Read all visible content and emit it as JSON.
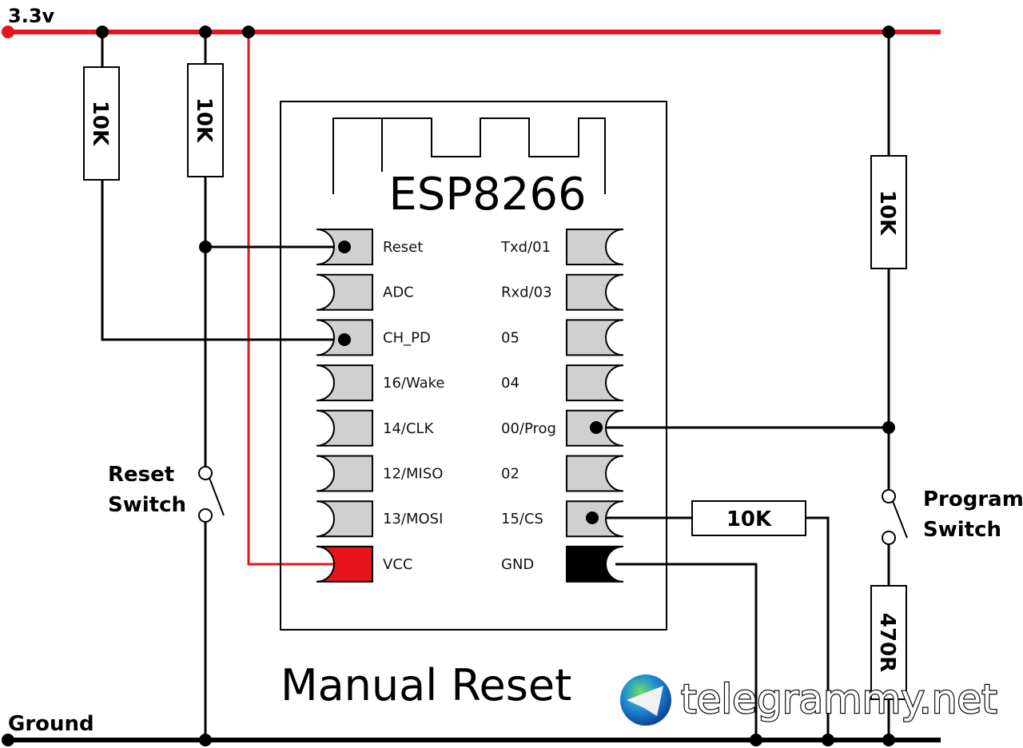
{
  "rails": {
    "supply_label": "3.3v",
    "ground_label": "Ground"
  },
  "module": {
    "title": "ESP8266",
    "left_pins": [
      "Reset",
      "ADC",
      "CH_PD",
      "16/Wake",
      "14/CLK",
      "12/MISO",
      "13/MOSI",
      "VCC"
    ],
    "right_pins": [
      "Txd/01",
      "Rxd/03",
      "05",
      "04",
      "00/Prog",
      "02",
      "15/CS",
      "GND"
    ]
  },
  "resistors": {
    "r_chpd": "10K",
    "r_reset": "10K",
    "r_prog": "10K",
    "r_cs": "10K",
    "r_switch": "470R"
  },
  "switches": {
    "reset_line1": "Reset",
    "reset_line2": "Switch",
    "program_line1": "Program",
    "program_line2": "Switch"
  },
  "caption": "Manual Reset",
  "watermark": "telegrammy.net",
  "colors": {
    "supply": "#e8141b",
    "pad": "#d0d0d0",
    "vcc_pad": "#e8141b",
    "gnd_pad": "#000000"
  }
}
